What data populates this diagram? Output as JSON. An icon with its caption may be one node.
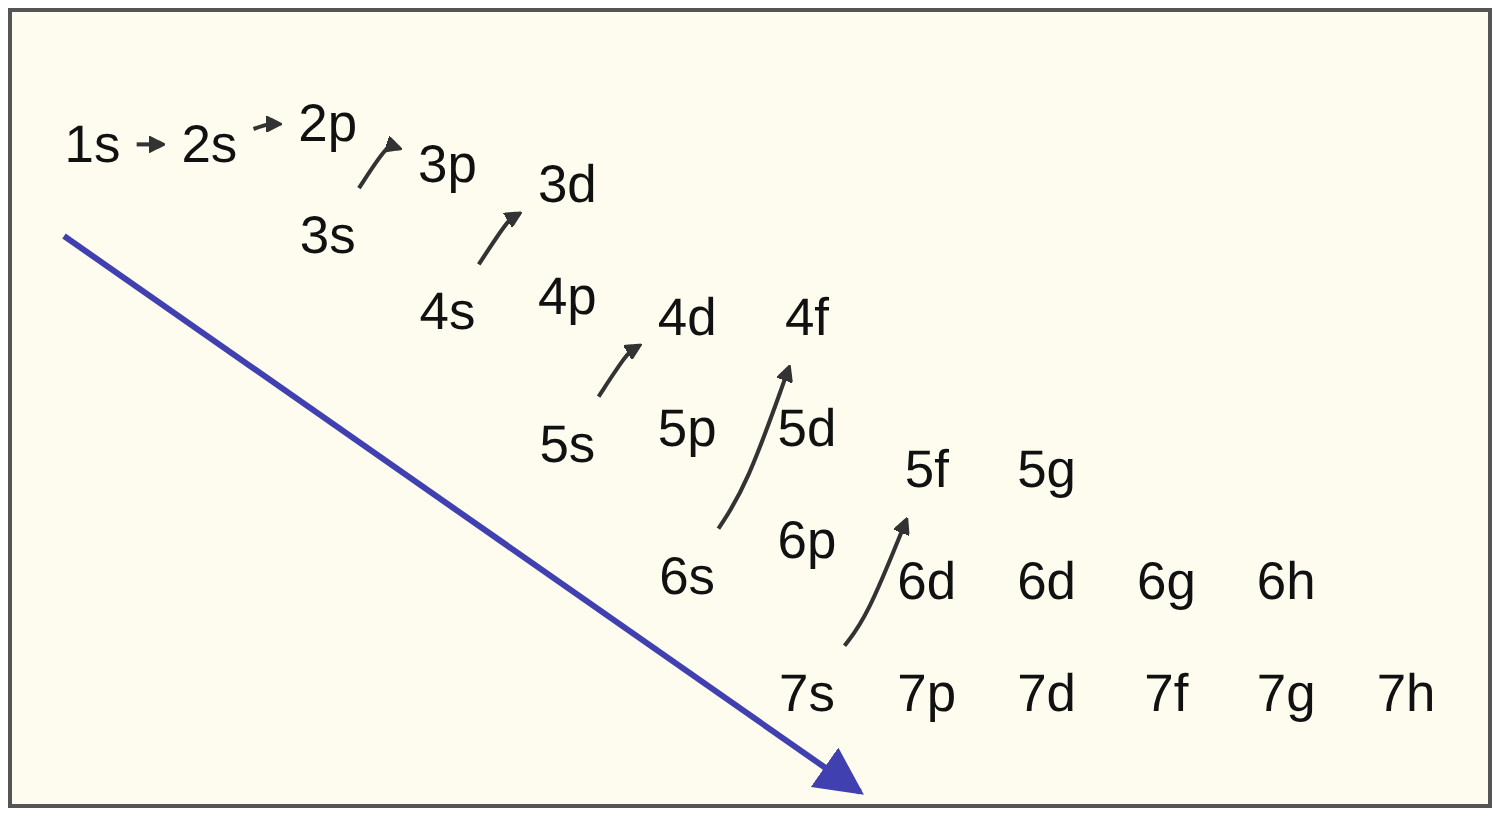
{
  "diagram": {
    "nodes": [
      {
        "text": [
          "1s"
        ]
      },
      {
        "text": [
          "2s"
        ]
      },
      {
        "text": [
          "2p"
        ]
      },
      {
        "text": [
          "3s"
        ]
      },
      {
        "text": [
          "3p"
        ]
      },
      {
        "text": [
          "3d"
        ]
      },
      {
        "text": [
          "4s"
        ]
      },
      {
        "text": [
          "4p"
        ]
      },
      {
        "text": [
          "4d"
        ]
      },
      {
        "text": [
          "4f"
        ]
      },
      {
        "text": [
          "5s"
        ]
      },
      {
        "text": [
          "5p"
        ]
      },
      {
        "text": [
          "5d"
        ]
      },
      {
        "text": [
          "5f"
        ]
      },
      {
        "text": [
          "5g"
        ]
      },
      {
        "text": [
          "6s"
        ]
      },
      {
        "text": [
          "6p"
        ]
      },
      {
        "text": [
          "6d"
        ]
      },
      {
        "text": [
          "6d"
        ]
      },
      {
        "text": [
          "6g"
        ]
      },
      {
        "text": [
          "6h"
        ]
      },
      {
        "text": [
          "7s"
        ]
      },
      {
        "text": [
          "7p"
        ]
      },
      {
        "text": [
          "7d"
        ]
      },
      {
        "text": [
          "7f"
        ]
      },
      {
        "text": [
          "7g"
        ]
      },
      {
        "text": [
          "7h"
        ]
      }
    ],
    "edges": [
      {
        "from": 0,
        "to": 1,
        "arrow": "to"
      },
      {
        "from": 1,
        "to": 2,
        "arrow": "to"
      },
      {
        "from": 3,
        "to": 4,
        "arrow": "to"
      },
      {
        "from": 6,
        "to": 5,
        "arrow": "to"
      },
      {
        "from": 10,
        "to": 8,
        "arrow": "to"
      },
      {
        "from": 15,
        "to": 9,
        "arrow": "to"
      },
      {
        "from": 21,
        "to": 13,
        "arrow": "to"
      }
    ]
  }
}
